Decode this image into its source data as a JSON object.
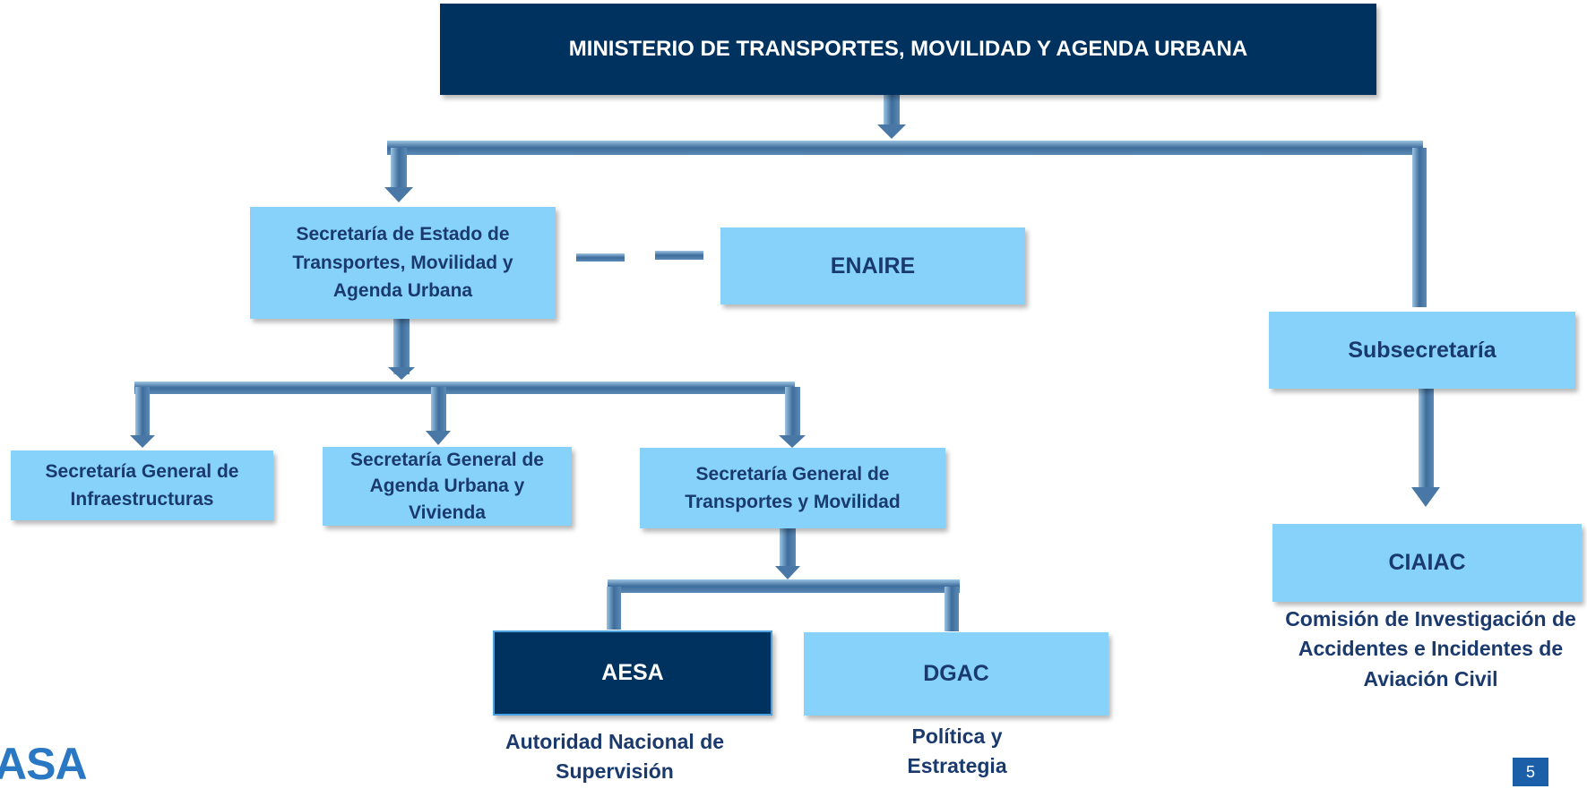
{
  "ministerio": "MINISTERIO DE TRANSPORTES, MOVILIDAD Y AGENDA URBANA",
  "secretaria_estado": "Secretaría de Estado de Transportes, Movilidad y Agenda Urbana",
  "enaire": "ENAIRE",
  "subsecretaria": "Subsecretaría",
  "sg_infraestructuras": "Secretaría General de Infraestructuras",
  "sg_agenda_urbana": "Secretaría General de Agenda Urbana y Vivienda",
  "sg_transportes": "Secretaría General de Transportes y Movilidad",
  "aesa": {
    "label": "AESA",
    "caption": "Autoridad Nacional de Supervisión"
  },
  "dgac": {
    "label": "DGAC",
    "caption": "Política y Estrategia"
  },
  "ciaiac": {
    "label": "CIAIAC",
    "caption": "Comisión de Investigación de Accidentes e Incidentes de Aviación Civil"
  },
  "logo": "ASA",
  "page_number": "5",
  "colors": {
    "dark": "#003260",
    "light": "#87d2fb",
    "text": "#1a3a6e"
  }
}
